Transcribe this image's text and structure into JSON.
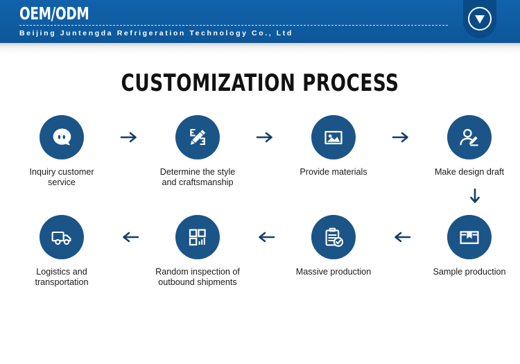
{
  "header": {
    "brand_title": "OEM/ODM",
    "company_line": "Beijing Juntengda Refrigeration Technology Co., Ltd",
    "logo_icon": "circle-chevron-down-logo",
    "background_color": "#1260a8",
    "logo_tab_color": "#0a4a87"
  },
  "page": {
    "title": "CUSTOMIZATION PROCESS",
    "accent_color": "#1b5487",
    "arrow_color": "#123f6b",
    "text_color": "#1a1a1a"
  },
  "flow": {
    "row1": [
      {
        "label": "Inquiry customer\nservice",
        "icon": "chat-bubble-support-icon"
      },
      {
        "label": "Determine the style\nand craftsmanship",
        "icon": "pencil-design-icon"
      },
      {
        "label": "Provide materials",
        "icon": "image-picture-icon"
      },
      {
        "label": "Make design draft",
        "icon": "user-pencil-icon"
      }
    ],
    "row2": [
      {
        "label": "Logistics and\ntransportation",
        "icon": "delivery-truck-icon"
      },
      {
        "label": "Random inspection of\noutbound shipments",
        "icon": "grid-chart-inspection-icon"
      },
      {
        "label": "Massive production",
        "icon": "clipboard-check-icon"
      },
      {
        "label": "Sample production",
        "icon": "package-box-icon"
      }
    ],
    "arrows": {
      "row1_direction": "arrow-right-icon",
      "row2_direction": "arrow-left-icon",
      "connector_direction": "arrow-down-icon"
    }
  }
}
